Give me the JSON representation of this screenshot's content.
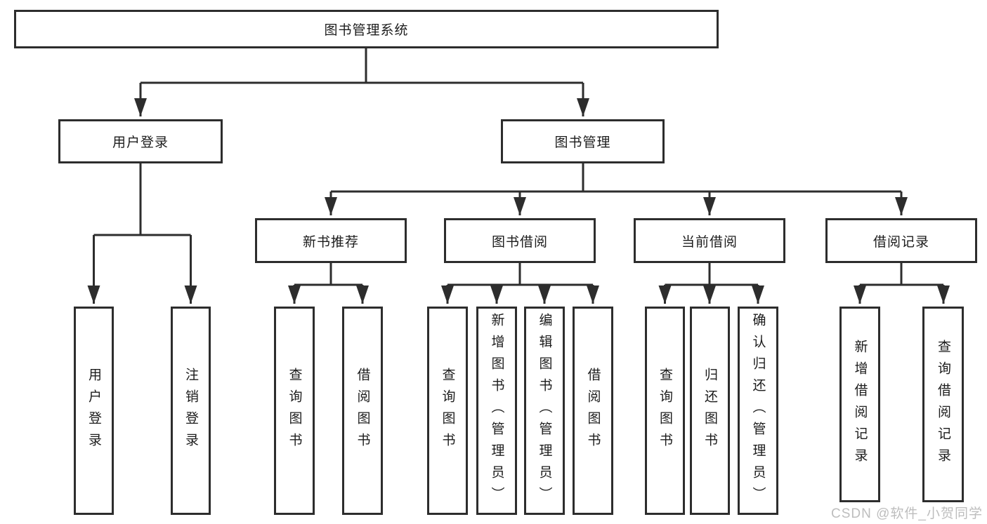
{
  "diagram": {
    "title": "图书管理系统",
    "root": {
      "label": "图书管理系统"
    },
    "branches": [
      {
        "label": "用户登录",
        "children": [
          {
            "label": "用户登录"
          },
          {
            "label": "注销登录"
          }
        ]
      },
      {
        "label": "图书管理",
        "sections": [
          {
            "label": "新书推荐",
            "children": [
              {
                "label": "查询图书"
              },
              {
                "label": "借阅图书"
              }
            ]
          },
          {
            "label": "图书借阅",
            "children": [
              {
                "label": "查询图书"
              },
              {
                "label": "新增图书（管理员）"
              },
              {
                "label": "编辑图书（管理员）"
              },
              {
                "label": "借阅图书"
              }
            ]
          },
          {
            "label": "当前借阅",
            "children": [
              {
                "label": "查询图书"
              },
              {
                "label": "归还图书"
              },
              {
                "label": "确认归还（管理员）"
              }
            ]
          },
          {
            "label": "借阅记录",
            "children": [
              {
                "label": "新增借阅记录"
              },
              {
                "label": "查询借阅记录"
              }
            ]
          }
        ]
      }
    ]
  },
  "watermark": {
    "text": "CSDN @软件_小贺同学"
  },
  "colors": {
    "line": "#2d2d2d",
    "text": "#1c1c1c",
    "watermark": "#b5b5b5",
    "background": "#ffffff"
  }
}
